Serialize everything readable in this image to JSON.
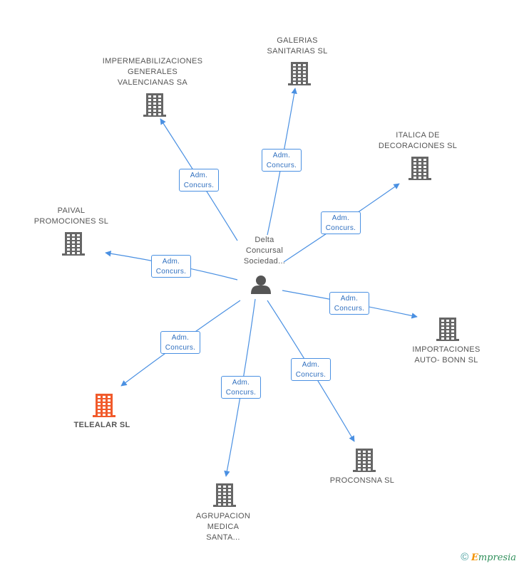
{
  "center": {
    "label_lines": [
      "Delta",
      "Concursal",
      "Sociedad..."
    ],
    "icon": "person-icon"
  },
  "edge_label": [
    "Adm.",
    "Concurs."
  ],
  "nodes": [
    {
      "id": "galerias",
      "label_lines": [
        "GALERIAS",
        "SANITARIAS SL"
      ],
      "highlight": false
    },
    {
      "id": "impermeabilizaciones",
      "label_lines": [
        "IMPERMEABILIZACIONES",
        "GENERALES",
        "VALENCIANAS SA"
      ],
      "highlight": false
    },
    {
      "id": "italica",
      "label_lines": [
        "ITALICA DE",
        "DECORACIONES SL"
      ],
      "highlight": false
    },
    {
      "id": "paival",
      "label_lines": [
        "PAIVAL",
        "PROMOCIONES SL"
      ],
      "highlight": false
    },
    {
      "id": "importaciones",
      "label_lines": [
        "IMPORTACIONES",
        "AUTO- BONN SL"
      ],
      "highlight": false
    },
    {
      "id": "telealar",
      "label_lines": [
        "TELEALAR SL"
      ],
      "highlight": true
    },
    {
      "id": "proconsna",
      "label_lines": [
        "PROCONSNA SL"
      ],
      "highlight": false
    },
    {
      "id": "agrupacion",
      "label_lines": [
        "AGRUPACION",
        "MEDICA",
        "SANTA..."
      ],
      "highlight": false
    }
  ],
  "colors": {
    "edge": "#4a90e2",
    "building": "#666666",
    "building_highlight": "#f15a2b",
    "person": "#555555"
  },
  "copyright": {
    "symbol": "©",
    "brand_first": "E",
    "brand_rest": "mpresia"
  }
}
